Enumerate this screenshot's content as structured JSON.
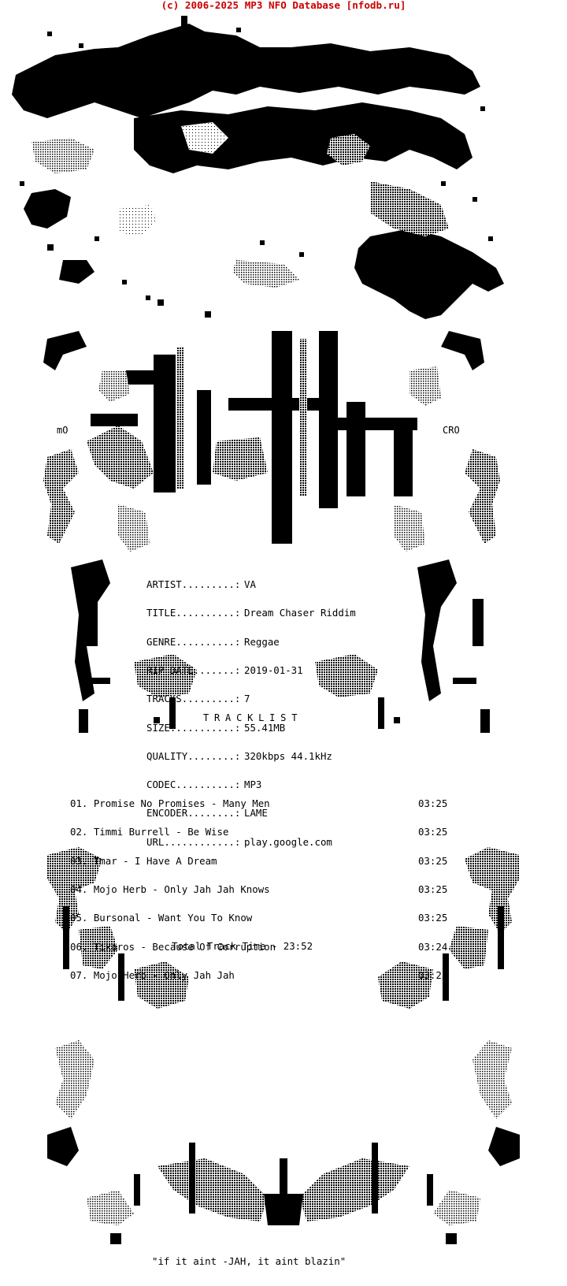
{
  "header": {
    "source_text": "(c) 2006-2025 MP3 NFO Database [nfodb.ru]"
  },
  "art": {
    "tag_left": "mO",
    "tag_right": "CRO"
  },
  "release": {
    "rows": [
      {
        "key": "ARTIST.........:",
        "value": "VA"
      },
      {
        "key": "TITLE..........:",
        "value": "Dream Chaser Riddim"
      },
      {
        "key": "GENRE..........:",
        "value": "Reggae"
      },
      {
        "key": "RIP DATE.......:",
        "value": "2019-01-31"
      },
      {
        "key": "TRACKS.........:",
        "value": "7"
      },
      {
        "key": "SIZE...........:",
        "value": "55.41MB"
      },
      {
        "key": "QUALITY........:",
        "value": "320kbps 44.1kHz"
      },
      {
        "key": "CODEC..........:",
        "value": "MP3"
      },
      {
        "key": "ENCODER........:",
        "value": "LAME"
      },
      {
        "key": "URL............:",
        "value": "play.google.com"
      }
    ]
  },
  "tracklist": {
    "heading": "TRACKLIST",
    "tracks": [
      {
        "title": "01. Promise No Promises - Many Men",
        "duration": "03:25"
      },
      {
        "title": "02. Timmi Burrell - Be Wise",
        "duration": "03:25"
      },
      {
        "title": "03. Tmar - I Have A Dream",
        "duration": "03:25"
      },
      {
        "title": "04. Mojo Herb - Only Jah Jah Knows",
        "duration": "03:25"
      },
      {
        "title": "05. Bursonal - Want You To Know",
        "duration": "03:25"
      },
      {
        "title": "06. Tikaros - Because Of Corruption",
        "duration": "03:24"
      },
      {
        "title": "07. Mojo Herb - Only Jah Jah",
        "duration": "03:23"
      }
    ],
    "total": "Total Track Time - 23:52"
  },
  "footer": {
    "quote": "\"if it aint -JAH, it aint blazin\""
  },
  "colors": {
    "header_red": "#cc0000",
    "ink": "#000000",
    "shade_dark": "#3a3a3a",
    "shade_mid": "#7a7a7a",
    "shade_light": "#b8b8b8",
    "background": "#ffffff"
  }
}
